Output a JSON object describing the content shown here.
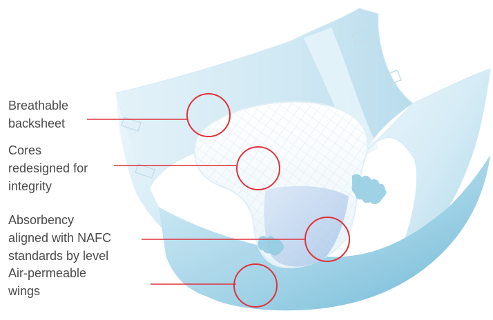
{
  "callouts": [
    {
      "lines": [
        "Breathable",
        "backsheet"
      ]
    },
    {
      "lines": [
        "Cores",
        "redesigned for",
        "integrity"
      ]
    },
    {
      "lines": [
        "Absorbency",
        "aligned with NAFC",
        "standards by level"
      ]
    },
    {
      "lines": [
        "Air-permeable",
        "wings"
      ]
    }
  ],
  "colors": {
    "accent": "#e0303a",
    "text": "#4a4a4a",
    "product_light": "#e9f5fb",
    "product_mid": "#bfe1ef",
    "product_dark": "#7cc3dd",
    "pad_white": "#f6fbfe"
  }
}
